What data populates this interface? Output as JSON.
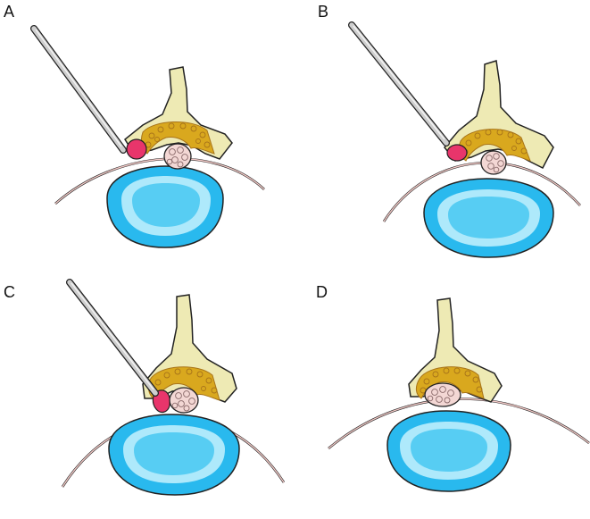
{
  "figure": {
    "panels": [
      {
        "label": "A",
        "instrument": "probe-icon",
        "fat_tissue": true
      },
      {
        "label": "B",
        "instrument": "probe-icon",
        "fat_tissue": true
      },
      {
        "label": "C",
        "instrument": "probe-icon",
        "fat_tissue": true
      },
      {
        "label": "D",
        "instrument": "",
        "fat_tissue": false
      }
    ]
  },
  "colors": {
    "bone": "#eeeab4",
    "ligament": "#d9a81e",
    "ligament_dots": "#a8741a",
    "disc_outer": "#29b9ee",
    "disc_ring": "#aee9fb",
    "disc_inner": "#57cdf3",
    "fat": "#e8356b",
    "nerve": "#f3d7d4",
    "membrane": "#f2c9c6",
    "instrument": "#cfcfcf",
    "outline": "#222222"
  }
}
